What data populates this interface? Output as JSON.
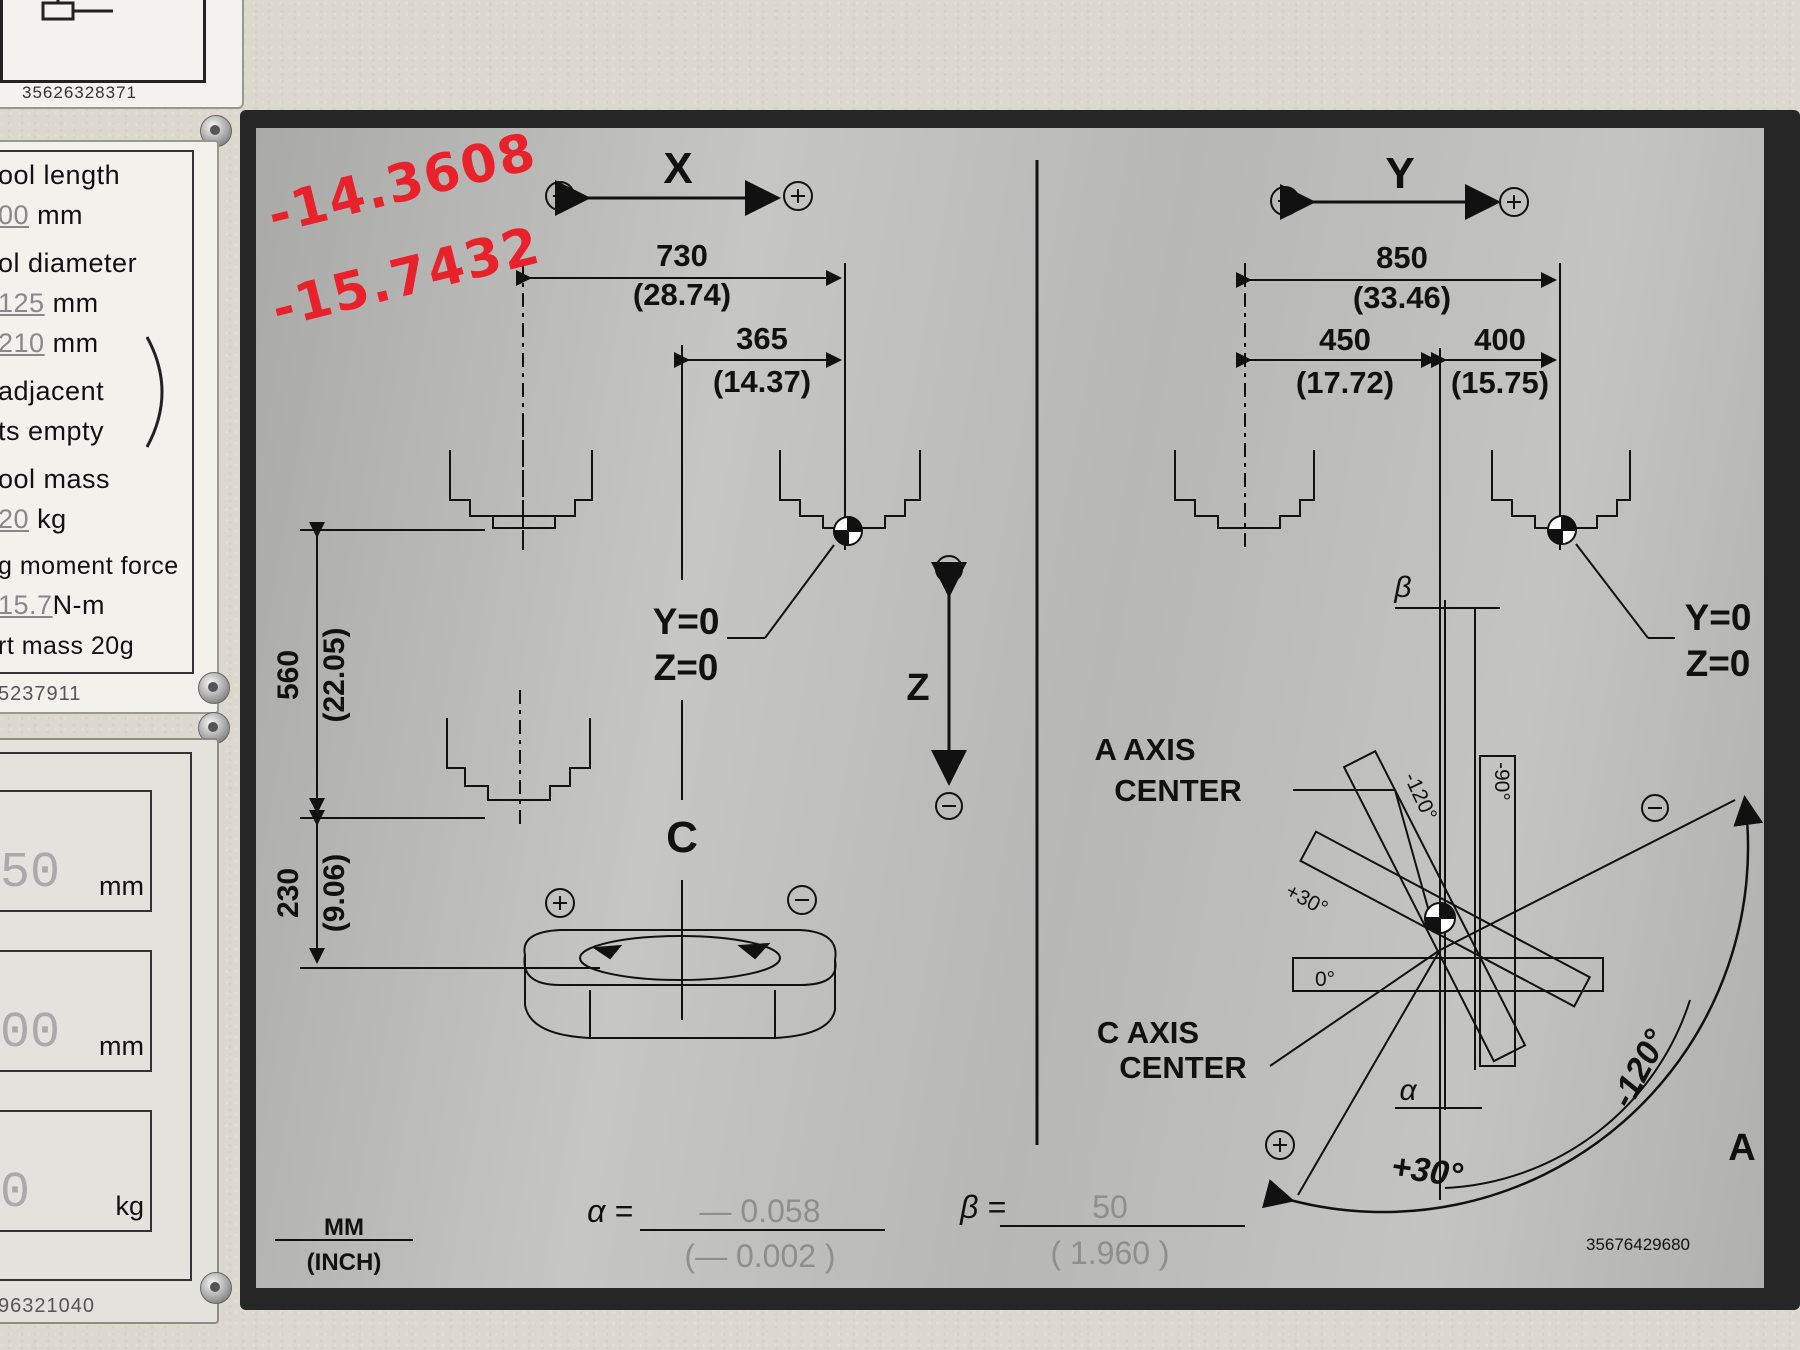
{
  "top_plate": {
    "serial": "35626328371"
  },
  "left_plate": {
    "lines": [
      "ool length",
      "00",
      "mm",
      "ol diameter",
      "125",
      "mm",
      "210",
      "mm",
      "adjacent",
      "ts empty",
      "ool mass",
      "20",
      "kg",
      "g moment force",
      "15.7",
      "N-m",
      "rt mass 20g"
    ],
    "serial": "5237911"
  },
  "lower_plate": {
    "values": [
      "50",
      "00",
      "0"
    ],
    "units": [
      "mm",
      "mm",
      "kg"
    ],
    "serial": "96321040"
  },
  "handwriting": {
    "line1": "-14.3608",
    "line2": "-15.7432"
  },
  "x_diagram": {
    "axis": "X",
    "minus": "⊖",
    "plus": "⊕",
    "dim_total": "730",
    "dim_total_in": "(28.74)",
    "dim_half": "365",
    "dim_half_in": "(14.37)",
    "yz_label_1": "Y=0",
    "yz_label_2": "Z=0",
    "c_label": "C",
    "v_dim_1": "560",
    "v_dim_1_in": "(22.05)",
    "v_dim_2": "230",
    "v_dim_2_in": "(9.06)",
    "z_axis": "Z"
  },
  "y_diagram": {
    "axis": "Y",
    "dim_total": "850",
    "dim_total_in": "(33.46)",
    "dim_left": "450",
    "dim_left_in": "(17.72)",
    "dim_right": "400",
    "dim_right_in": "(15.75)",
    "yz_label_1": "Y=0",
    "yz_label_2": "Z=0",
    "beta": "β",
    "alpha": "α",
    "a_center_1": "A AXIS",
    "a_center_2": "CENTER",
    "c_center_1": "C AXIS",
    "c_center_2": "CENTER",
    "angle_0": "0°",
    "angle_p30": "+30°",
    "angle_m120": "-120°",
    "angle_m90": "-90°",
    "arc_p30": "+30°",
    "arc_m120": "-120°",
    "a_label": "A"
  },
  "footer": {
    "units_top": "MM",
    "units_bottom": "(INCH)",
    "alpha_eq": "α =",
    "alpha_mm": "— 0.058",
    "alpha_in": "(— 0.002 )",
    "beta_eq": "β =",
    "beta_mm": "50",
    "beta_in": "( 1.960 )",
    "serial": "35676429680"
  }
}
